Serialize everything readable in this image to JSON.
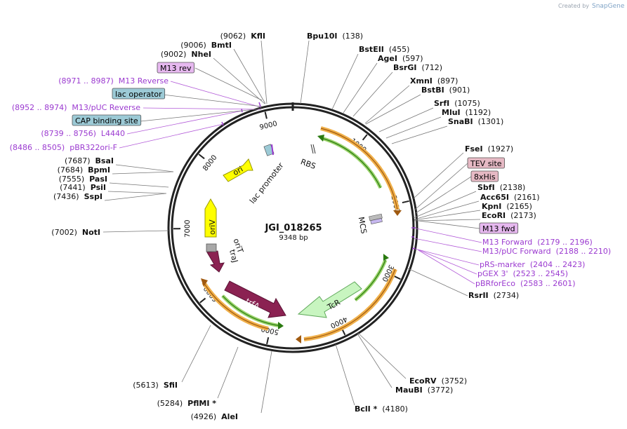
{
  "credit": {
    "prefix": "Created by",
    "brand": "SnapGene"
  },
  "plasmid": {
    "name": "JGI_018265",
    "size": "9348 bp"
  },
  "ticks": [
    "1000",
    "2000",
    "3000",
    "4000",
    "5000",
    "6000",
    "7000",
    "8000",
    "9000"
  ],
  "sites": [
    {
      "pos": "(9062)",
      "name": "KflI"
    },
    {
      "pos": "(9006)",
      "name": "BmtI"
    },
    {
      "pos": "(9002)",
      "name": "NheI"
    },
    {
      "pos": "(138)",
      "name": "Bpu10I"
    },
    {
      "pos": "(455)",
      "name": "BstEII"
    },
    {
      "pos": "(597)",
      "name": "AgeI"
    },
    {
      "pos": "(712)",
      "name": "BsrGI"
    },
    {
      "pos": "(897)",
      "name": "XmnI"
    },
    {
      "pos": "(901)",
      "name": "BstBI"
    },
    {
      "pos": "(1075)",
      "name": "SrfI"
    },
    {
      "pos": "(1192)",
      "name": "MluI"
    },
    {
      "pos": "(1301)",
      "name": "SnaBI"
    },
    {
      "pos": "(1927)",
      "name": "FseI"
    },
    {
      "pos": "(2138)",
      "name": "SbfI"
    },
    {
      "pos": "(2161)",
      "name": "Acc65I"
    },
    {
      "pos": "(2165)",
      "name": "KpnI"
    },
    {
      "pos": "(2173)",
      "name": "EcoRI"
    },
    {
      "pos": "(2734)",
      "name": "RsrII"
    },
    {
      "pos": "(3752)",
      "name": "EcoRV"
    },
    {
      "pos": "(3772)",
      "name": "MauBI"
    },
    {
      "pos": "(4180)",
      "name": "BclI *"
    },
    {
      "pos": "(4926)",
      "name": "AleI"
    },
    {
      "pos": "(5284)",
      "name": "PflMI *"
    },
    {
      "pos": "(5613)",
      "name": "SfiI"
    },
    {
      "pos": "(7002)",
      "name": "NotI"
    },
    {
      "pos": "(7687)",
      "name": "BsaI"
    },
    {
      "pos": "(7684)",
      "name": "BpmI"
    },
    {
      "pos": "(7555)",
      "name": "PasI"
    },
    {
      "pos": "(7441)",
      "name": "PsiI"
    },
    {
      "pos": "(7436)",
      "name": "SspI"
    }
  ],
  "primers": [
    {
      "range": "(8971 .. 8987)",
      "name": "M13 Reverse"
    },
    {
      "range": "(8952 .. 8974)",
      "name": "M13/pUC Reverse"
    },
    {
      "range": "(8739 .. 8756)",
      "name": "L4440"
    },
    {
      "range": "(8486 .. 8505)",
      "name": "pBR322ori-F"
    },
    {
      "range": "(2179 .. 2196)",
      "name": "M13 Forward"
    },
    {
      "range": "(2188 .. 2210)",
      "name": "M13/pUC Forward"
    },
    {
      "range": "(2404 .. 2423)",
      "name": "pRS-marker"
    },
    {
      "range": "(2523 .. 2545)",
      "name": "pGEX 3'"
    },
    {
      "range": "(2583 .. 2601)",
      "name": "pBRforEco"
    }
  ],
  "boxed": [
    {
      "name": "M13 rev",
      "color": "#e6b8ef"
    },
    {
      "name": "lac operator",
      "color": "#9ccad6"
    },
    {
      "name": "CAP binding site",
      "color": "#9ccad6"
    },
    {
      "name": "TEV site",
      "color": "#e6b9c4"
    },
    {
      "name": "8xHis",
      "color": "#e6b9c4"
    },
    {
      "name": "M13 fwd",
      "color": "#e6b8ef"
    }
  ],
  "features": {
    "ori": "ori",
    "lac_promoter": "lac promoter",
    "rbs": "RBS",
    "mcs": "MCS",
    "oriV": "oriV",
    "oriT": "oriT",
    "traJ": "traJ",
    "trfA": "trfA",
    "tcr": "TcR"
  },
  "colors": {
    "ori": "#ffff00",
    "oriV": "#ffff00",
    "trfA": "#8b2252",
    "traJ": "#8b2252",
    "tcr": "#c8f5c0",
    "orange_arc": "#f0a030",
    "green_arc": "#3a9a20",
    "primer": "#9b3ad0"
  }
}
